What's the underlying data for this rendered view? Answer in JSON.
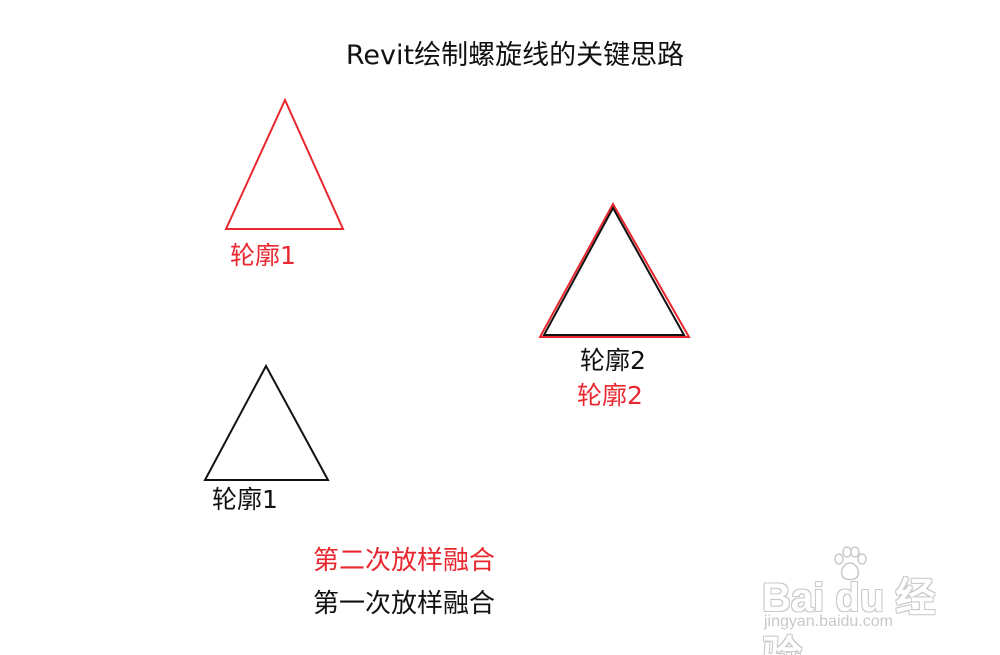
{
  "title": "Revit绘制螺旋线的关键思路",
  "labels": {
    "profile1_red": "轮廓1",
    "profile2_black": "轮廓2",
    "profile2_red": "轮廓2",
    "profile1_black": "轮廓1"
  },
  "legend": {
    "second_blend": "第二次放样融合",
    "first_blend": "第一次放样融合"
  },
  "watermark": {
    "logo": "Bai  du 经验",
    "url": "jingyan.baidu.com"
  },
  "colors": {
    "red": "#e8272f",
    "black": "#111111",
    "watermark": "#c9c9c9"
  }
}
